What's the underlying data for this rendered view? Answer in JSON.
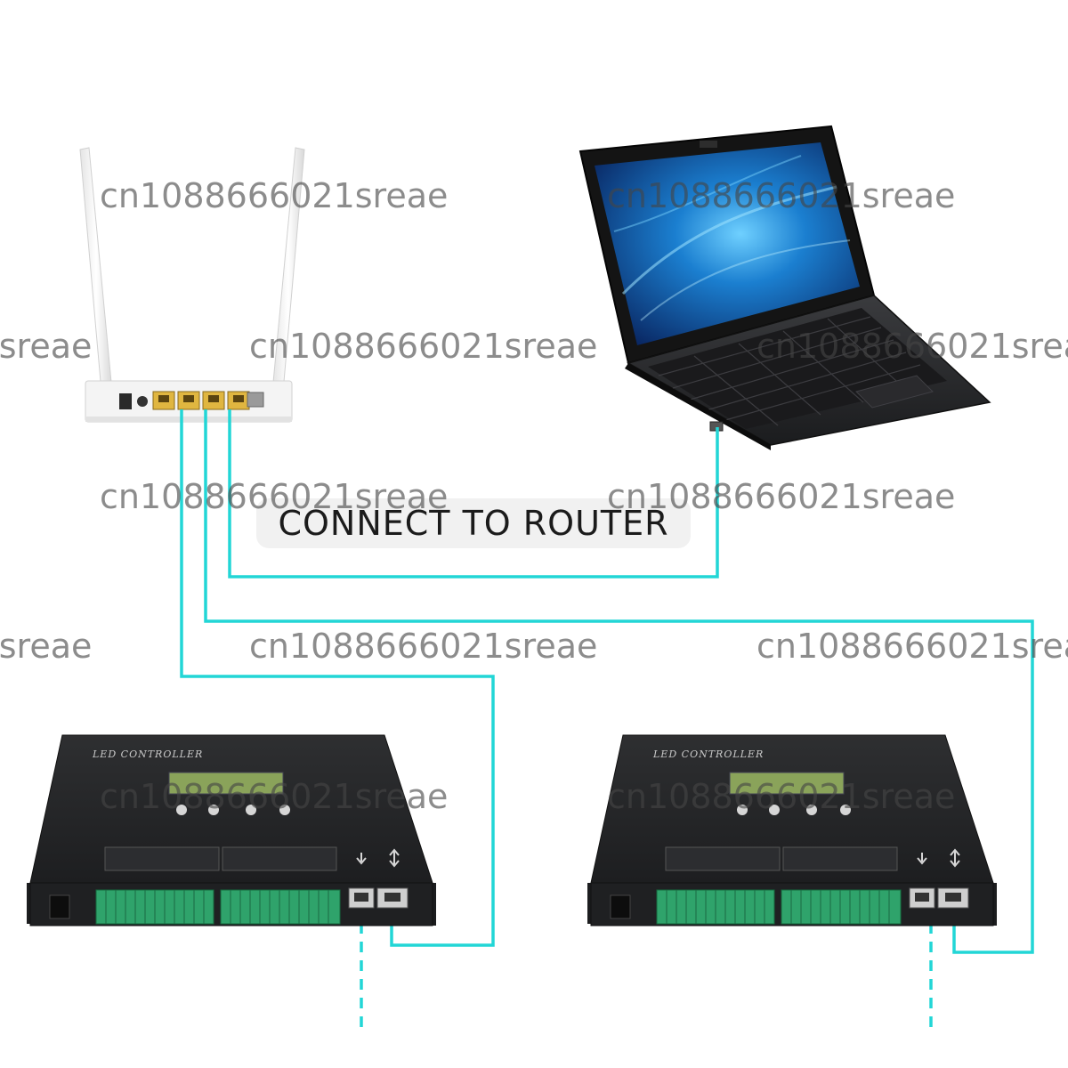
{
  "caption": "CONNECT TO ROUTER",
  "watermark": "cn1088666021sreae",
  "controller_label": "LED CONTROLLER",
  "colors": {
    "cable": "#22d6d6",
    "device_dark": "#232426",
    "router_body": "#f4f4f4",
    "terminal_green": "#2fa36b",
    "port_yellow": "#e0b640"
  }
}
